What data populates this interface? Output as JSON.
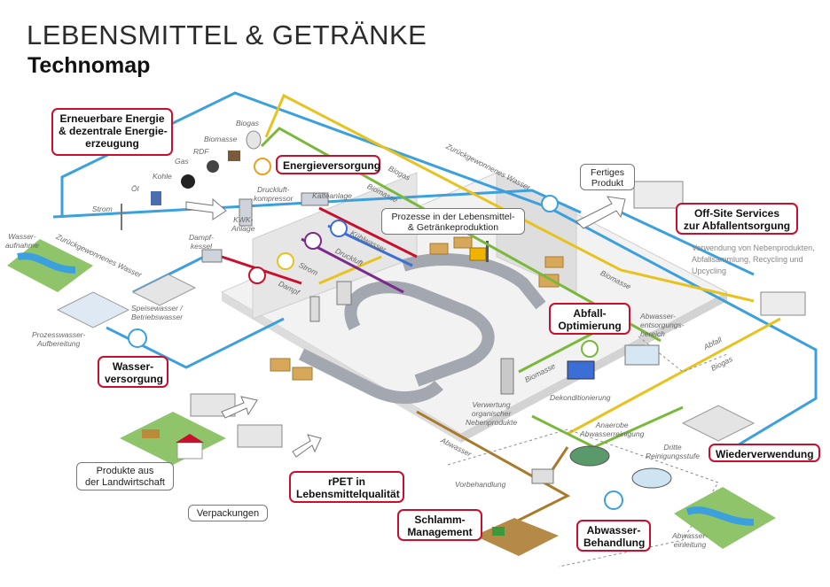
{
  "header": {
    "title": "LEBENSMITTEL & GETRÄNKE",
    "subtitle": "Technomap"
  },
  "boxes": {
    "energie_erneuerbar": [
      "Erneuerbare Energie",
      "& dezentrale Energie-",
      "erzeugung"
    ],
    "energieversorgung": "Energieversorgung",
    "prozesse": [
      "Prozesse in der Lebensmittel-",
      "& Getränkeproduktion"
    ],
    "fertiges_produkt": [
      "Fertiges",
      "Produkt"
    ],
    "offsite": [
      "Off-Site Services",
      "zur Abfallentsorgung"
    ],
    "abfall": [
      "Abfall-",
      "Optimierung"
    ],
    "wasserversorgung": [
      "Wasser-",
      "versorgung"
    ],
    "produkte_landwirtschaft": [
      "Produkte aus",
      "der Landwirtschaft"
    ],
    "rpet": [
      "rPET in",
      "Lebensmittelqualität"
    ],
    "verpackungen": "Verpackungen",
    "schlamm": [
      "Schlamm-",
      "Management"
    ],
    "abwasserbehandlung": [
      "Abwasser-",
      "Behandlung"
    ],
    "wiederverwendung": "Wiederverwendung"
  },
  "offsite_note": [
    "Verwendung von Nebenprodukten,",
    "Abfallsammlung, Recycling und",
    "Upcycling"
  ],
  "labels": {
    "biogas_top": "Biogas",
    "biomasse_top": "Biomasse",
    "rdf": "RDF",
    "gas": "Gas",
    "kohle": "Kohle",
    "oel": "Öl",
    "strom_left": "Strom",
    "druckluft_kompressor": [
      "Druckluft-",
      "kompressor"
    ],
    "kaelteanlage": "Kälteanlage",
    "kwk_anlage": [
      "KWK-",
      "Anlage"
    ],
    "dampfkessel": [
      "Dampf-",
      "kessel"
    ],
    "wasseraufnahme": [
      "Wasser-",
      "aufnahme"
    ],
    "zurueck_wasser_left": "Zurückgewonnenes Wasser",
    "zurueck_wasser_top": "Zurückgewonnenes Wasser",
    "biogas_mid": "Biogas",
    "biomasse_mid": "Biomasse",
    "kuehlwasser": "Kühlwasser",
    "druckluft": "Druckluft",
    "strom_mid": "Strom",
    "dampf": "Dampf",
    "speisewasser": [
      "Speisewasser /",
      "Betriebswasser"
    ],
    "prozesswasser": [
      "Prozesswasser-",
      "Aufbereitung"
    ],
    "biomasse_right": "Biomasse",
    "abwasser_entsorgung": [
      "Abwasser-",
      "entsorgungs-",
      "bereich"
    ],
    "abfall_lbl": "Abfall",
    "biogas_right": "Biogas",
    "biomasse_low": "Biomasse",
    "dekonditionierung": "Dekonditionierung",
    "verwertung": [
      "Verwertung",
      "organischer",
      "Nebenprodukte"
    ],
    "anaerobe": [
      "Anaerobe",
      "Abwasserreinigung"
    ],
    "dritte": [
      "Dritte",
      "Reinigungsstufe"
    ],
    "abwasser_lbl": "Abwasser",
    "vorbehandlung": "Vorbehandlung",
    "abwassereinleitung": [
      "Abwasser-",
      "einleitung"
    ]
  },
  "colors": {
    "water": "#3ba0dc",
    "biogas": "#e8c21f",
    "biomass": "#7ab83c",
    "energy_red": "#c8102e",
    "cooling": "#3b6fd6",
    "druckluft": "#7a2a8a",
    "sludge": "#a87a2a",
    "building": "#eeeeee"
  }
}
